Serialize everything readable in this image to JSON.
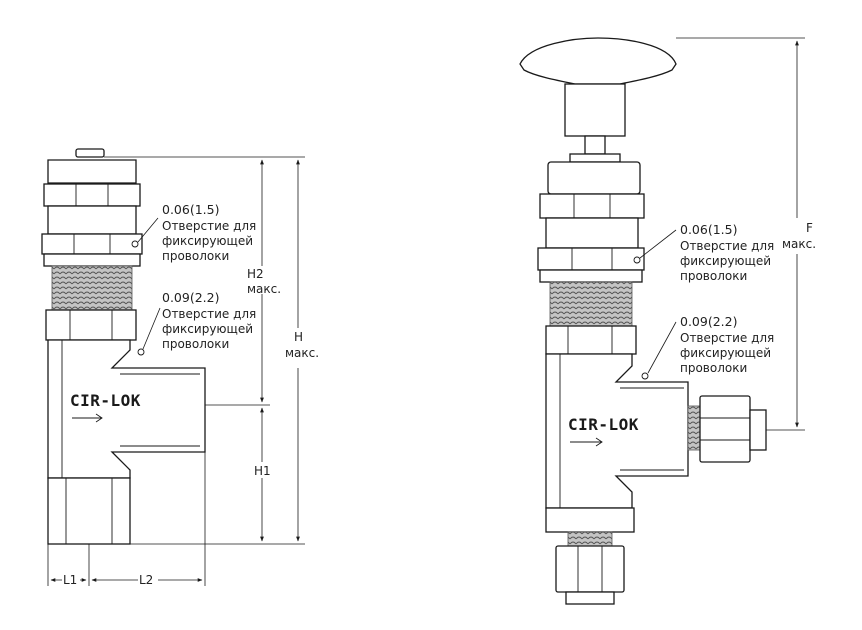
{
  "left_view": {
    "logo": "CIR-LOK",
    "hole_top": {
      "size": "0.06(1.5)",
      "line1": "Отверстие для",
      "line2": "фиксирующей",
      "line3": "проволоки"
    },
    "hole_bottom": {
      "size": "0.09(2.2)",
      "line1": "Отверстие для",
      "line2": "фиксирующей",
      "line3": "проволоки"
    },
    "dim_h2": {
      "line1": "H2",
      "line2": "макс."
    },
    "dim_h": {
      "line1": "H",
      "line2": "макс."
    },
    "dim_h1": "H1",
    "dim_l1": "L1",
    "dim_l2": "L2"
  },
  "right_view": {
    "logo": "CIR-LOK",
    "hole_top": {
      "size": "0.06(1.5)",
      "line1": "Отверстие для",
      "line2": "фиксирующей",
      "line3": "проволоки"
    },
    "hole_bottom": {
      "size": "0.09(2.2)",
      "line1": "Отверстие для",
      "line2": "фиксирующей",
      "line3": "проволоки"
    },
    "dim_f": {
      "line1": "F",
      "line2": "макс."
    }
  }
}
